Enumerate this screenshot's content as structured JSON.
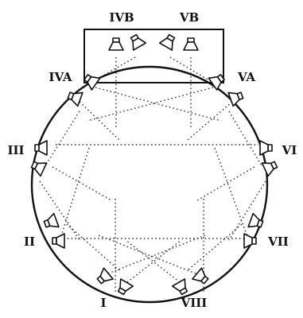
{
  "colors": {
    "ink": "#111111",
    "background": "#ffffff"
  },
  "diagram": {
    "top_labels": {
      "ivb": "IVB",
      "vb": "VB"
    },
    "side_labels": {
      "iva": "IVA",
      "va": "VA",
      "iii": "III",
      "vi": "VI",
      "ii": "II",
      "vii": "VII",
      "i": "I",
      "viii": "VIII"
    }
  }
}
